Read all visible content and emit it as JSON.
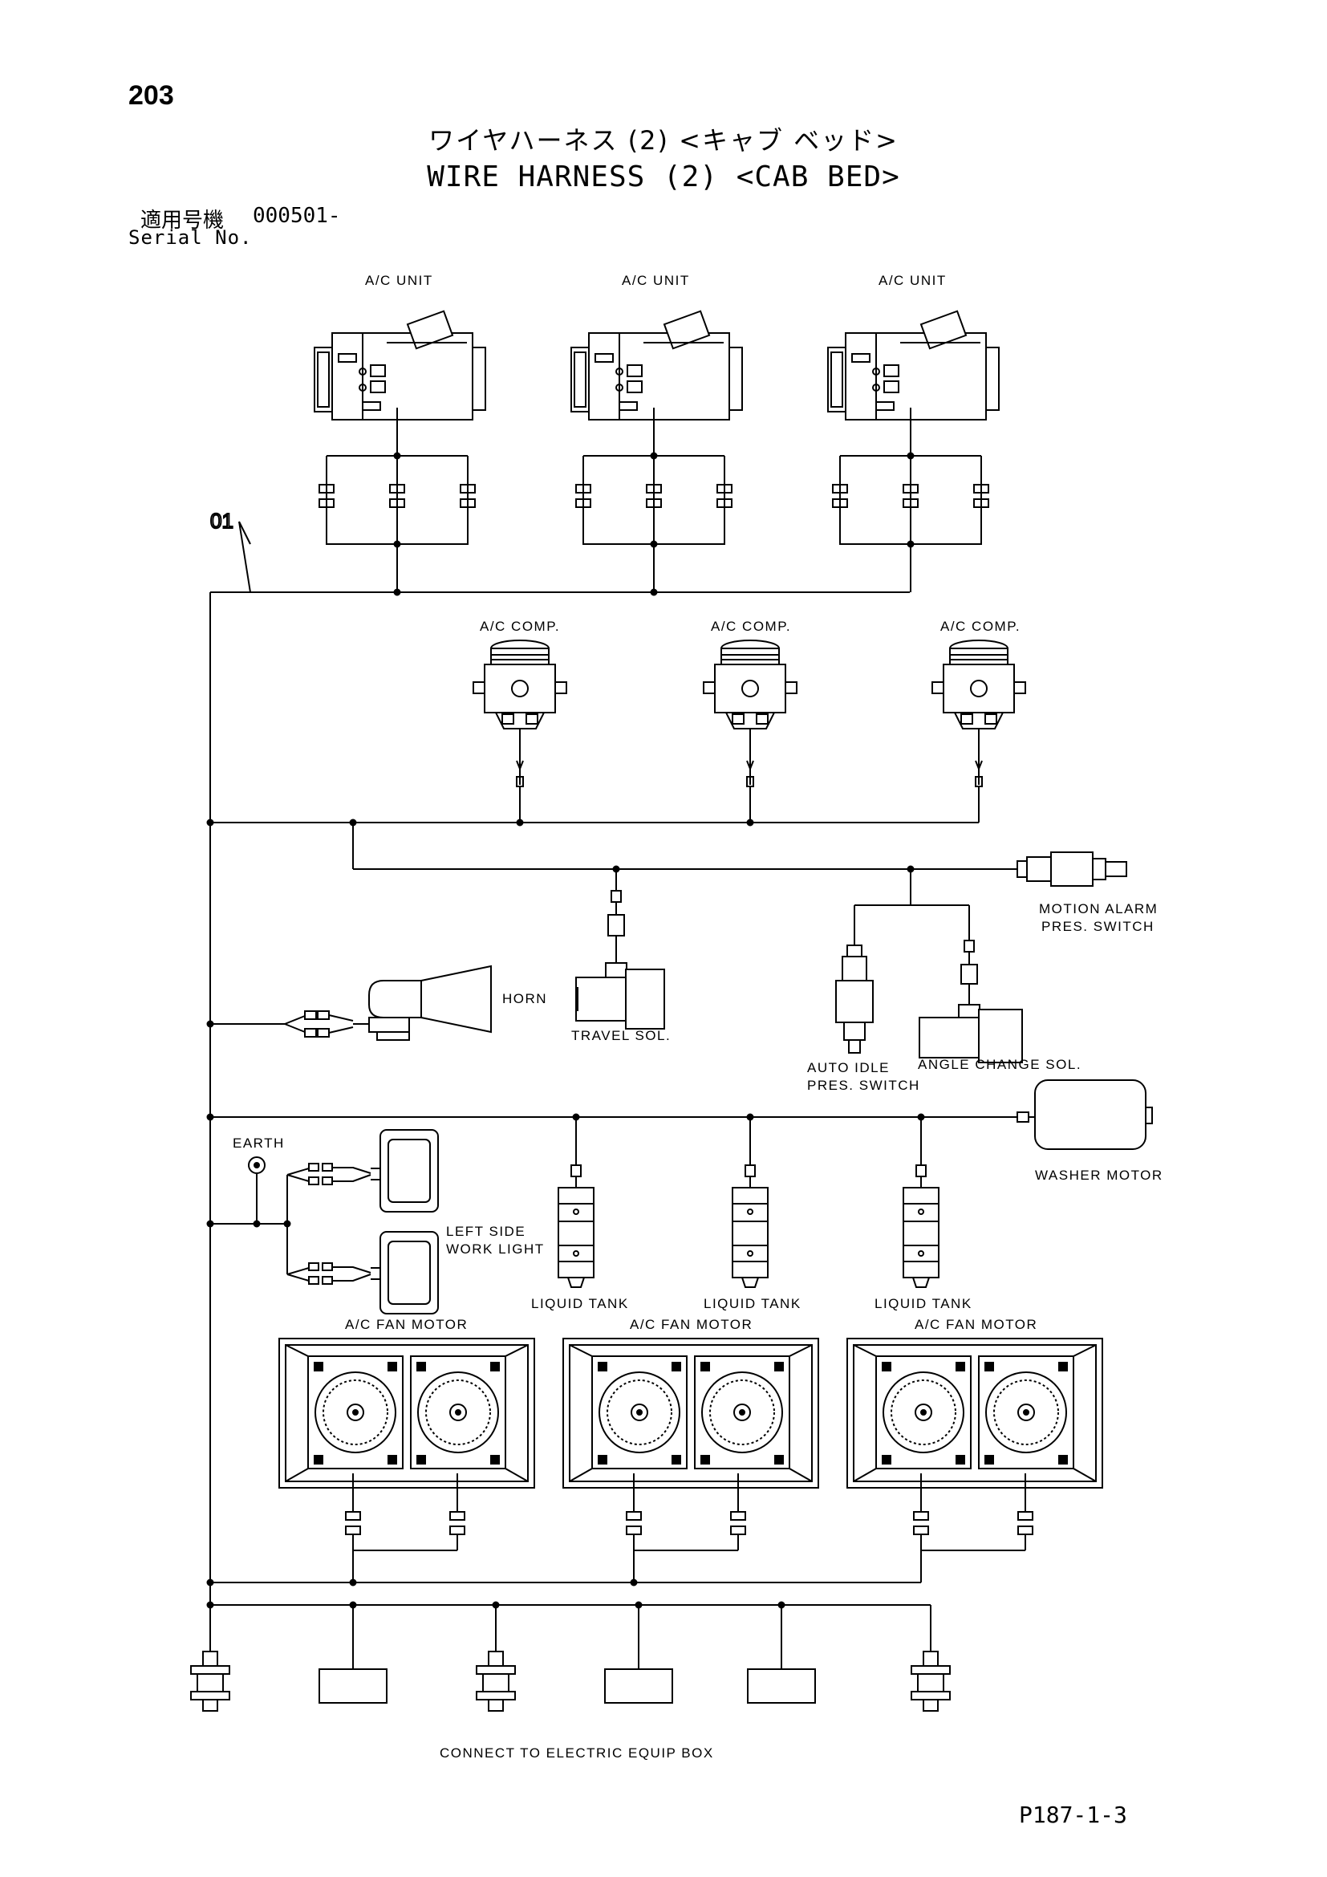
{
  "header": {
    "page_number": "203",
    "title_jp": "ワイヤハーネス (2) <キャブ ベッド>",
    "title_en": "WIRE HARNESS (2) <CAB BED>",
    "serial_label_jp": "適用号機",
    "serial_value": "000501-",
    "serial_label_en": "Serial No."
  },
  "callout": "01",
  "labels": {
    "ac_unit": "A/C UNIT",
    "ac_comp": "A/C COMP.",
    "motion_alarm": "MOTION ALARM",
    "pres_switch": "PRES. SWITCH",
    "horn": "HORN",
    "travel_sol": "TRAVEL SOL.",
    "auto_idle": "AUTO IDLE",
    "angle_change_sol": "ANGLE CHANGE SOL.",
    "earth": "EARTH",
    "washer_motor": "WASHER MOTOR",
    "left_side": "LEFT SIDE",
    "work_light": "WORK LIGHT",
    "liquid_tank": "LIQUID TANK",
    "ac_fan_motor": "A/C FAN MOTOR",
    "connect_box": "CONNECT TO ELECTRIC EQUIP BOX"
  },
  "footer": {
    "page_ref": "P187-1-3"
  },
  "icons": [
    "ac-unit-icon",
    "ac-compressor-icon",
    "pressure-switch-icon",
    "horn-icon",
    "solenoid-icon",
    "earth-icon",
    "work-light-icon",
    "washer-motor-icon",
    "liquid-tank-icon",
    "fan-motor-icon",
    "connector-icon"
  ]
}
